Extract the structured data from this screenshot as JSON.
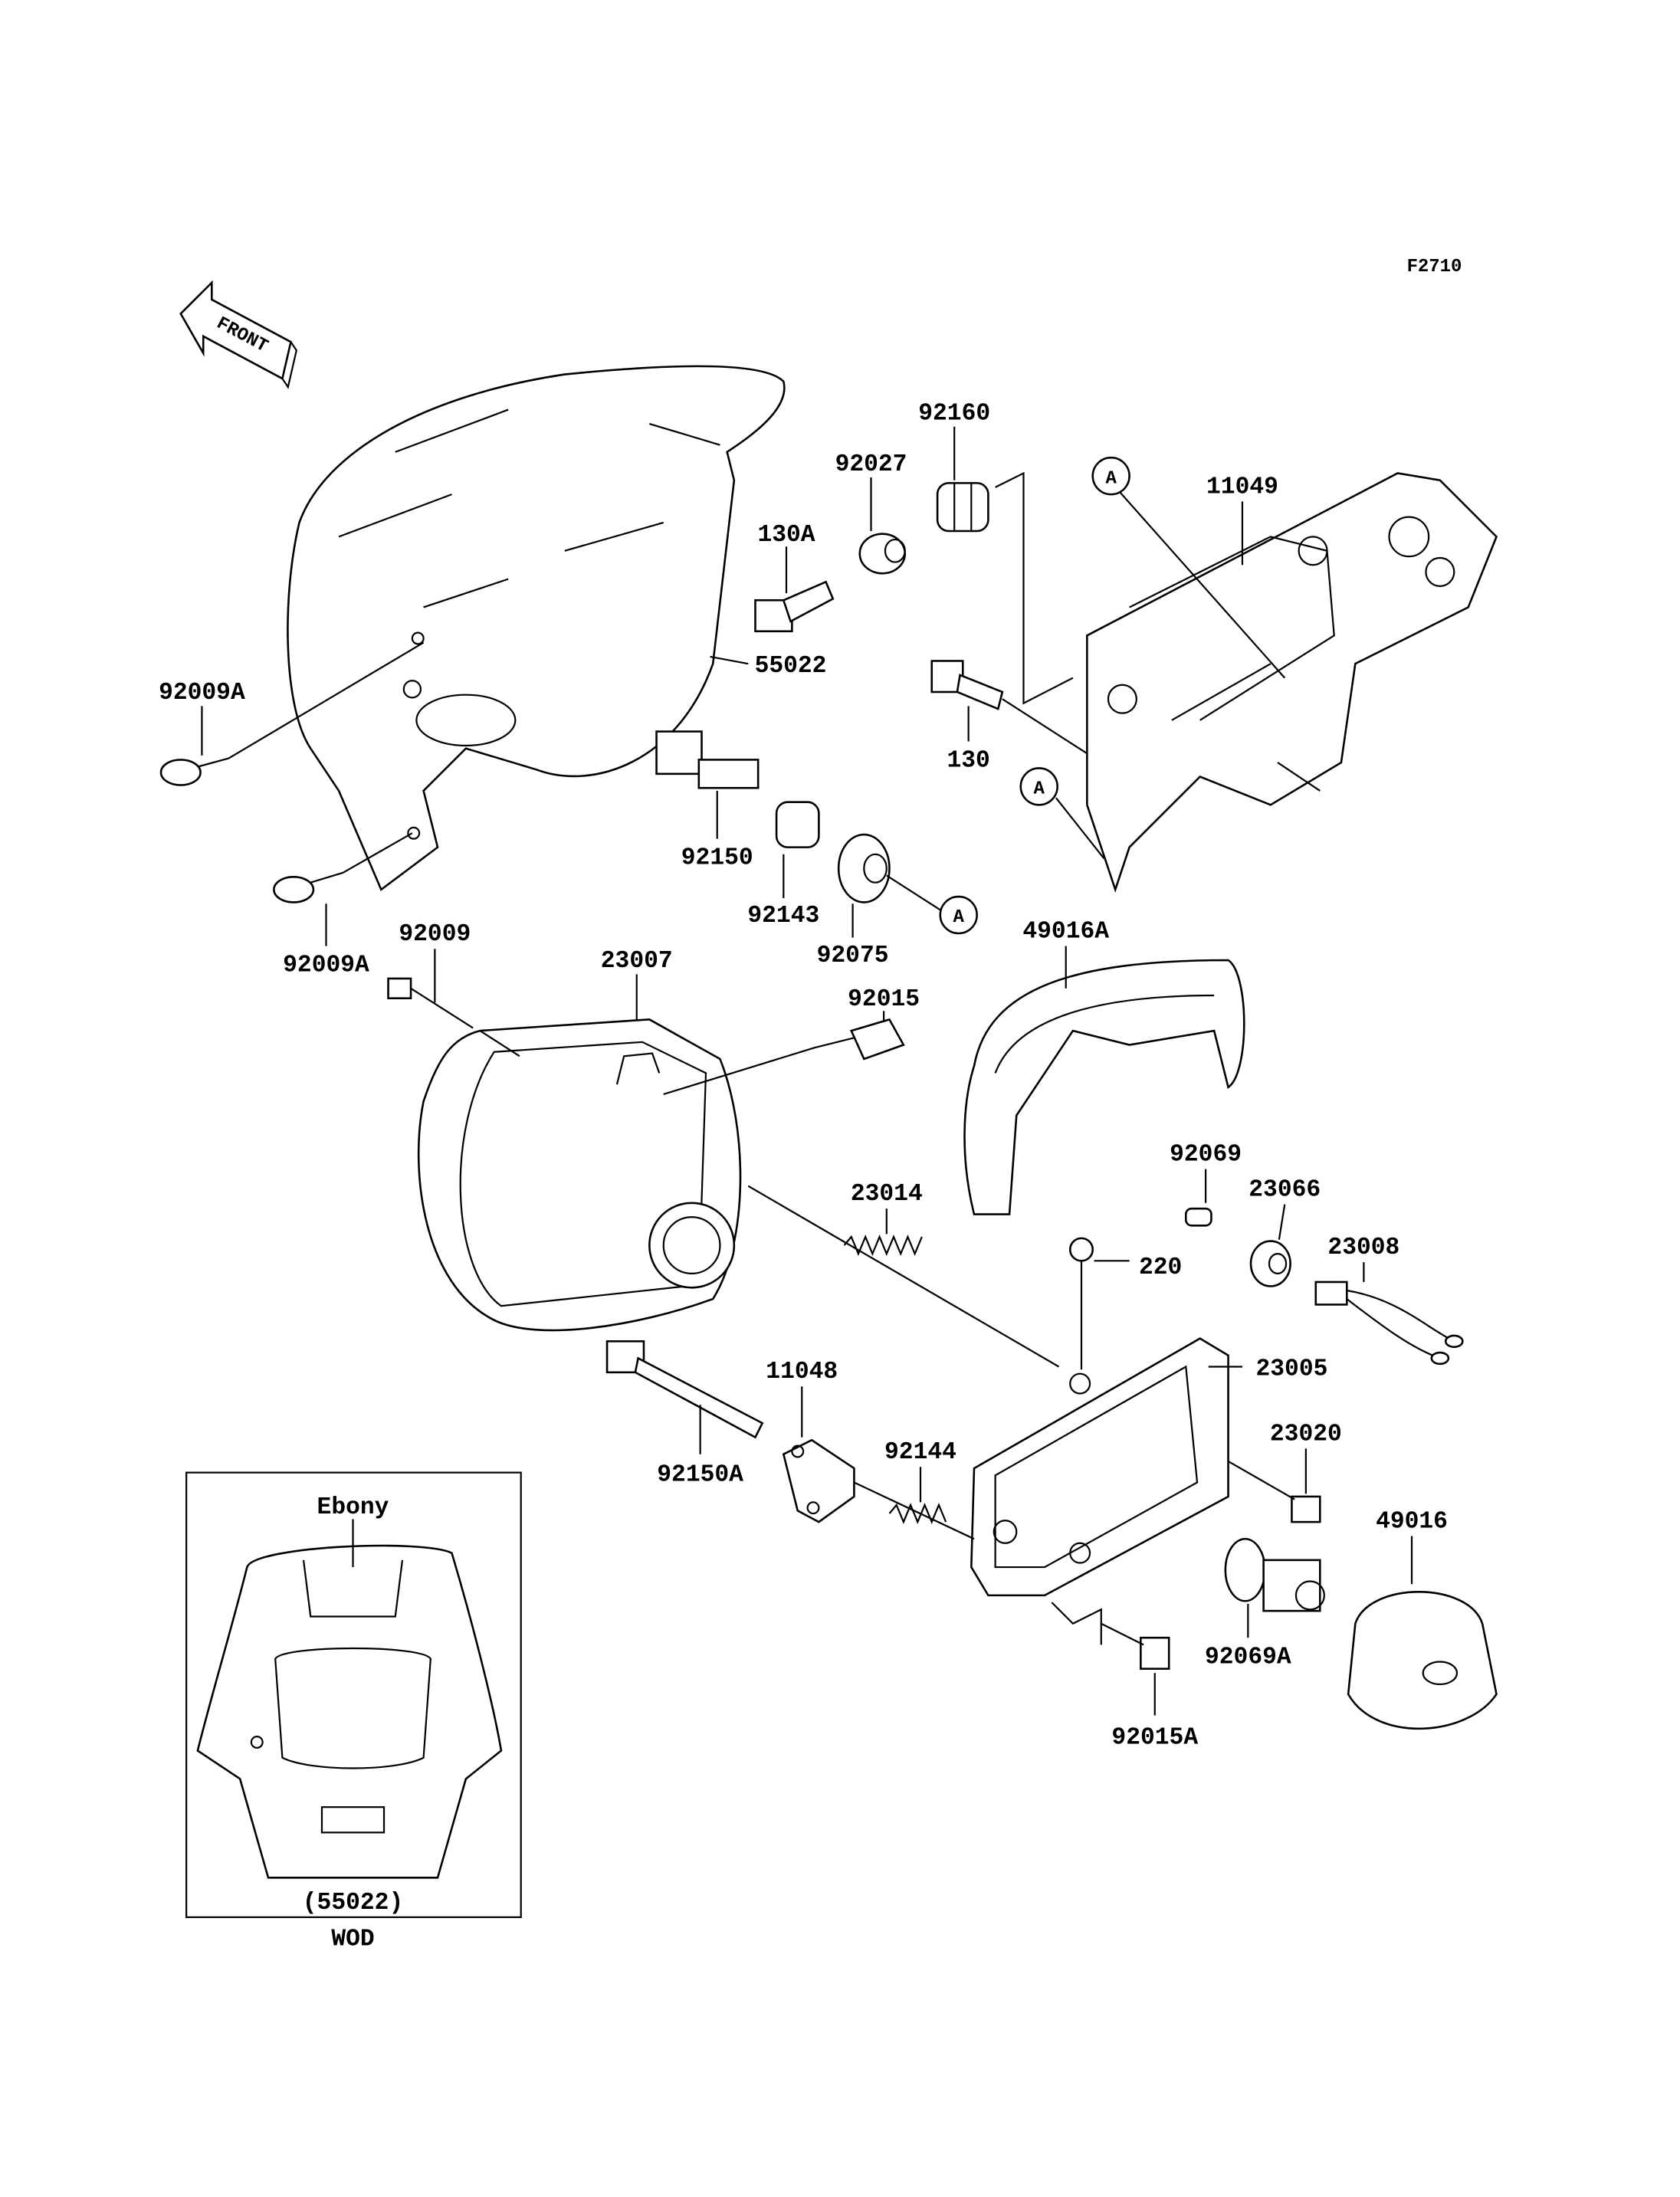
{
  "diagram": {
    "figure_code": "F2710",
    "front_arrow_label": "FRONT",
    "reference_marker": "A",
    "parts": {
      "p92160": "92160",
      "p92027": "92027",
      "p11049": "11049",
      "p130A": "130A",
      "p55022": "55022",
      "p92009A_top": "92009A",
      "p130": "130",
      "p92150": "92150",
      "p92143": "92143",
      "p92075": "92075",
      "p92009A_bottom": "92009A",
      "p92009": "92009",
      "p23007": "23007",
      "p92015": "92015",
      "p49016A": "49016A",
      "p92069": "92069",
      "p23066": "23066",
      "p23014": "23014",
      "p23008": "23008",
      "p220": "220",
      "p23005": "23005",
      "p11048": "11048",
      "p23020": "23020",
      "p92144": "92144",
      "p49016": "49016",
      "p92150A": "92150A",
      "p92069A": "92069A",
      "p92015A": "92015A"
    },
    "inset": {
      "color_label": "Ebony",
      "part_ref": "(55022)",
      "variant": "WOD"
    }
  }
}
